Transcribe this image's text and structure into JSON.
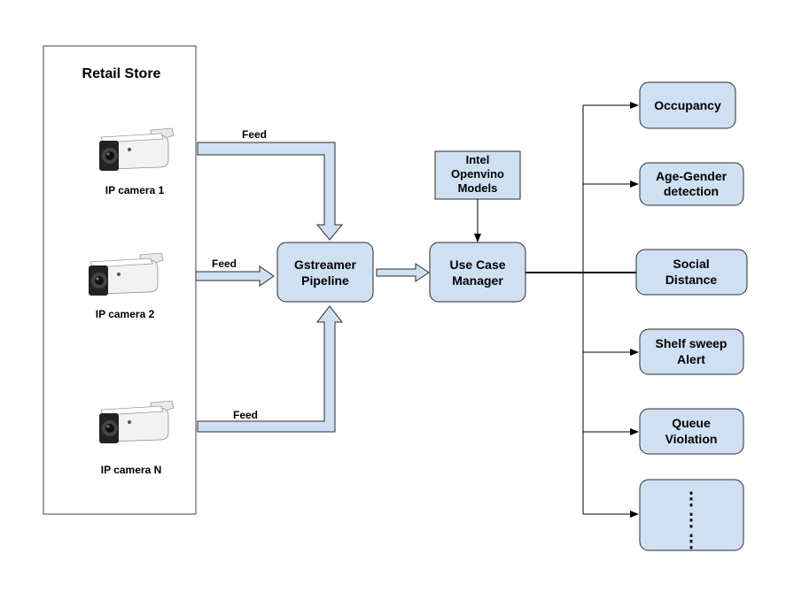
{
  "store": {
    "title": "Retail Store"
  },
  "cameras": [
    {
      "label": "IP camera 1",
      "icon": "security-camera-icon"
    },
    {
      "label": "IP camera 2",
      "icon": "security-camera-icon"
    },
    {
      "label": "IP camera N",
      "icon": "security-camera-icon"
    }
  ],
  "feeds": [
    "Feed",
    "Feed",
    "Feed"
  ],
  "pipeline": {
    "line1": "Gstreamer",
    "line2": "Pipeline"
  },
  "models": {
    "line1": "Intel",
    "line2": "Openvino",
    "line3": "Models"
  },
  "manager": {
    "line1": "Use Case",
    "line2": "Manager"
  },
  "use_cases": [
    {
      "line1": "Occupancy",
      "line2": ""
    },
    {
      "line1": "Age-Gender",
      "line2": "detection"
    },
    {
      "line1": "Social",
      "line2": "Distance"
    },
    {
      "line1": "Shelf sweep",
      "line2": "Alert"
    },
    {
      "line1": "Queue",
      "line2": "Violation"
    }
  ],
  "more": {
    "glyph": "⋮"
  },
  "colors": {
    "box_fill": "#cfe0f2",
    "stroke": "#2b2b2b"
  }
}
